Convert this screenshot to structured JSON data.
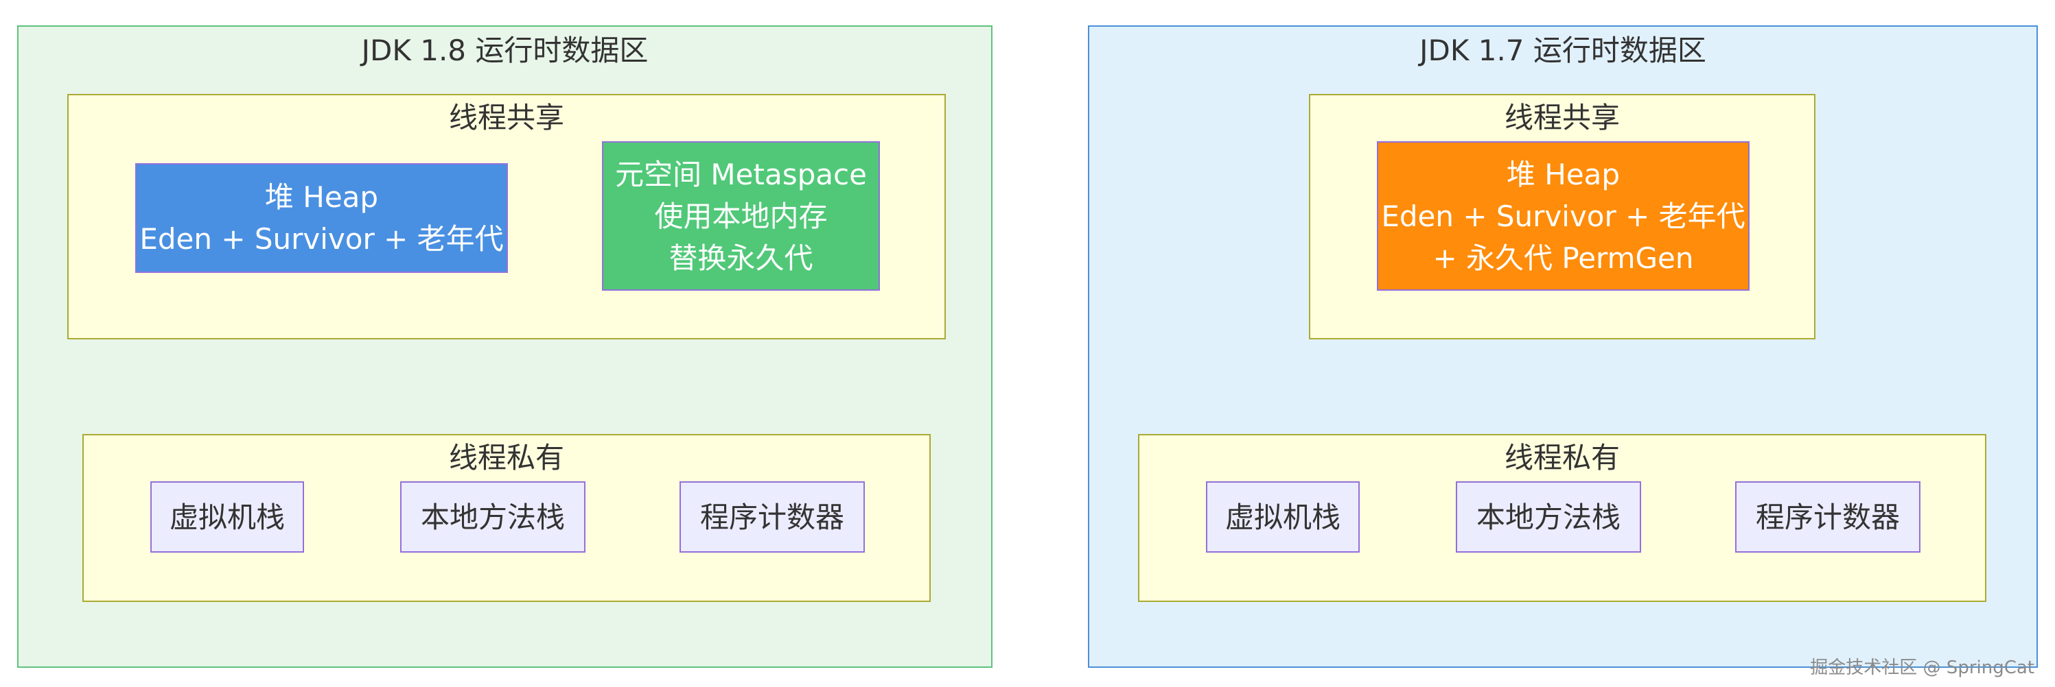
{
  "colors": {
    "jdk18_panel_bg": "#e8f5e9",
    "jdk18_panel_border": "#5fc27e",
    "jdk17_panel_bg": "#e1f1fc",
    "jdk17_panel_border": "#4a90d9",
    "group_bg": "#ffffde",
    "group_border": "#aaaa33",
    "heap18": "#4a90e2",
    "metaspace": "#50c878",
    "heap17": "#ff8c0a",
    "small_node_bg": "#ececff",
    "node_border": "#9370db"
  },
  "jdk18": {
    "title": "JDK 1.8 运行时数据区",
    "shared": {
      "title": "线程共享",
      "heap": {
        "line1": "堆 Heap",
        "line2": "Eden + Survivor + 老年代"
      },
      "metaspace": {
        "line1": "元空间 Metaspace",
        "line2": "使用本地内存",
        "line3": "替换永久代"
      }
    },
    "private": {
      "title": "线程私有",
      "items": [
        "虚拟机栈",
        "本地方法栈",
        "程序计数器"
      ]
    }
  },
  "jdk17": {
    "title": "JDK 1.7 运行时数据区",
    "shared": {
      "title": "线程共享",
      "heap": {
        "line1": "堆 Heap",
        "line2": "Eden + Survivor + 老年代",
        "line3": "+ 永久代 PermGen"
      }
    },
    "private": {
      "title": "线程私有",
      "items": [
        "虚拟机栈",
        "本地方法栈",
        "程序计数器"
      ]
    }
  },
  "watermark": "掘金技术社区 @ SpringCat"
}
